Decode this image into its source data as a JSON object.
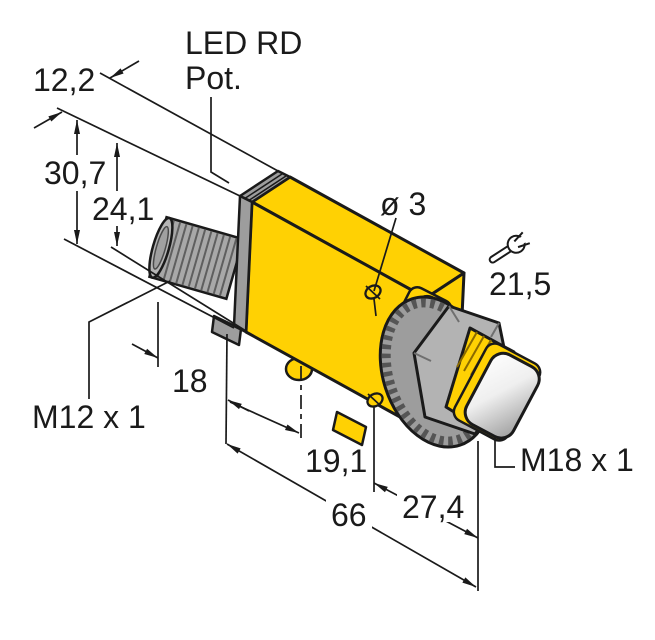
{
  "figure": {
    "type": "technical-dimensional-drawing",
    "subject": "photoelectric sensor with M18 lens barrel and M12 connector",
    "background": "#ffffff",
    "colors": {
      "housing_yellow": "#ffd103",
      "metal_gray": "#a8a8a8",
      "cap_gray": "#9d9d9d",
      "knurl_gray": "#9d9d9d",
      "hex_gray": "#b3b3b3",
      "outline": "#1a1a1a"
    },
    "labels": {
      "led": "LED RD",
      "pot": "Pot.",
      "width_top": "12,2",
      "height_total": "30,7",
      "height_body": "24,1",
      "hole_diameter": "ø 3",
      "wrench_size": "21,5",
      "connector_thread": "M12 x 1",
      "connector_length": "18",
      "boss_offset": "19,1",
      "overall_length": "66",
      "front_length": "27,4",
      "barrel_thread": "M18 x 1"
    },
    "icons": {
      "wrench": "wrench-icon"
    }
  }
}
